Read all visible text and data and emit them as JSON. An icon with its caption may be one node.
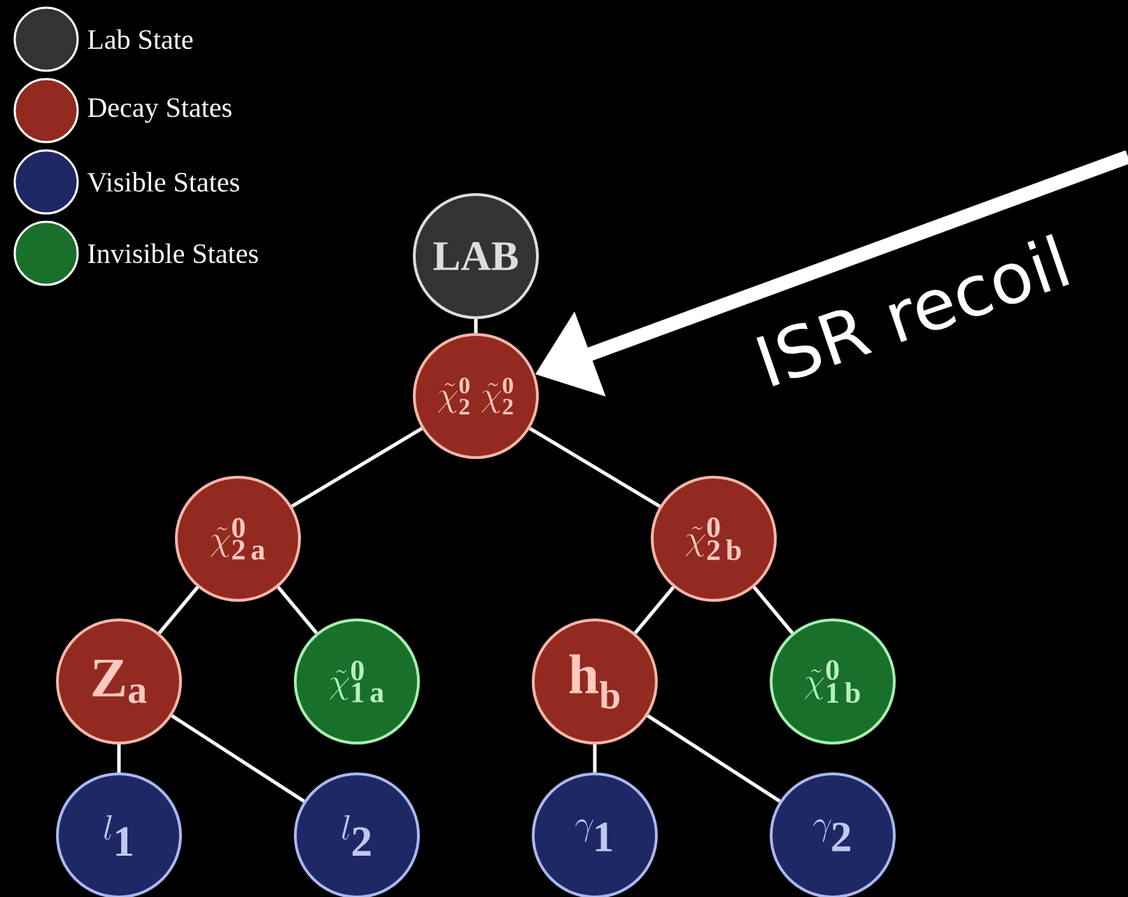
{
  "diagram": {
    "nodes": [
      {
        "text": [
          "\\mathbf{LAB}"
        ]
      },
      {
        "text": [
          "\\tilde{\\chi}^{\\mathbf{0}}_{\\mathbf{2}}\\;\\tilde{\\chi}^{\\mathbf{0}}_{\\mathbf{2}}"
        ]
      },
      {
        "text": [
          "\\tilde{\\chi}^{\\mathbf{0}}_{\\mathbf{2\\,a}}"
        ]
      },
      {
        "text": [
          "\\tilde{\\chi}^{\\mathbf{0}}_{\\mathbf{2\\,b}}"
        ]
      },
      {
        "text": [
          "\\mathbf{Z}_{\\mathbf{a}}"
        ]
      },
      {
        "text": [
          "\\tilde{\\chi}^{\\mathbf{0}}_{\\mathbf{1\\,a}}"
        ]
      },
      {
        "text": [
          "\\mathbf{h}_{\\mathbf{b}}"
        ]
      },
      {
        "text": [
          "\\tilde{\\chi}^{\\mathbf{0}}_{\\mathbf{1\\,b}}"
        ]
      },
      {
        "text": [
          "l_{\\mathbf{1}}"
        ]
      },
      {
        "text": [
          "l_{\\mathbf{2}}"
        ]
      },
      {
        "text": [
          "\\gamma_{\\mathbf{1}}"
        ]
      },
      {
        "text": [
          "\\gamma_{\\mathbf{2}}"
        ]
      }
    ],
    "edges": [
      {
        "from": 0,
        "to": 1,
        "arrow": "none"
      },
      {
        "from": 1,
        "to": 2,
        "arrow": "none"
      },
      {
        "from": 1,
        "to": 3,
        "arrow": "none"
      },
      {
        "from": 2,
        "to": 4,
        "arrow": "none"
      },
      {
        "from": 2,
        "to": 5,
        "arrow": "none"
      },
      {
        "from": 3,
        "to": 6,
        "arrow": "none"
      },
      {
        "from": 3,
        "to": 7,
        "arrow": "none"
      },
      {
        "from": 4,
        "to": 8,
        "arrow": "none"
      },
      {
        "from": 4,
        "to": 9,
        "arrow": "none"
      },
      {
        "from": 6,
        "to": 10,
        "arrow": "none"
      },
      {
        "from": 6,
        "to": 11,
        "arrow": "none"
      },
      {
        "from": null,
        "to": 1,
        "arrow": "to",
        "label": "ISR recoil",
        "style": "thick"
      }
    ],
    "legend": [
      {
        "text": "Lab State",
        "color": "#333333"
      },
      {
        "text": "Decay States",
        "color": "#922a1f"
      },
      {
        "text": "Visible States",
        "color": "#1e2864"
      },
      {
        "text": "Invisible States",
        "color": "#18702a"
      }
    ]
  }
}
